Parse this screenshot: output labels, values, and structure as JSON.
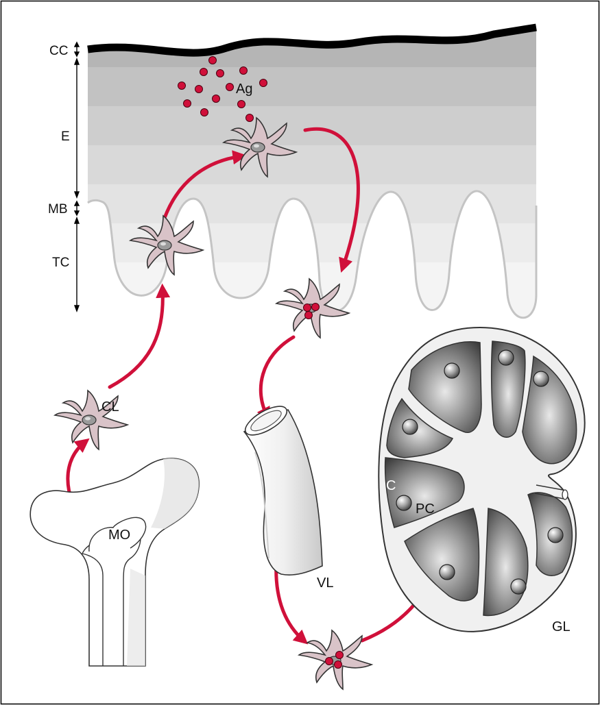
{
  "labels": {
    "cc": "CC",
    "e": "E",
    "mb": "MB",
    "tc": "TC",
    "ag": "Ag",
    "cl": "CL",
    "mo": "MO",
    "vl": "VL",
    "c": "C",
    "pc": "PC",
    "gl": "GL"
  },
  "colors": {
    "arrow": "#d0103a",
    "antigen": "#d0103a",
    "cell_fill": "#d9c3c8",
    "cell_stroke": "#333333",
    "skin_dark": "#b8b8b8",
    "skin_light": "#f3f3f3",
    "node_dark": "#4a4a4a",
    "node_light": "#e6e6e6",
    "stratum": "#000000"
  },
  "icons": {
    "cell": "dendritic-cell-icon",
    "antigen": "antigen-dot-icon",
    "vessel": "lymph-vessel-icon",
    "bone": "bone-icon",
    "node": "lymph-node-icon"
  }
}
